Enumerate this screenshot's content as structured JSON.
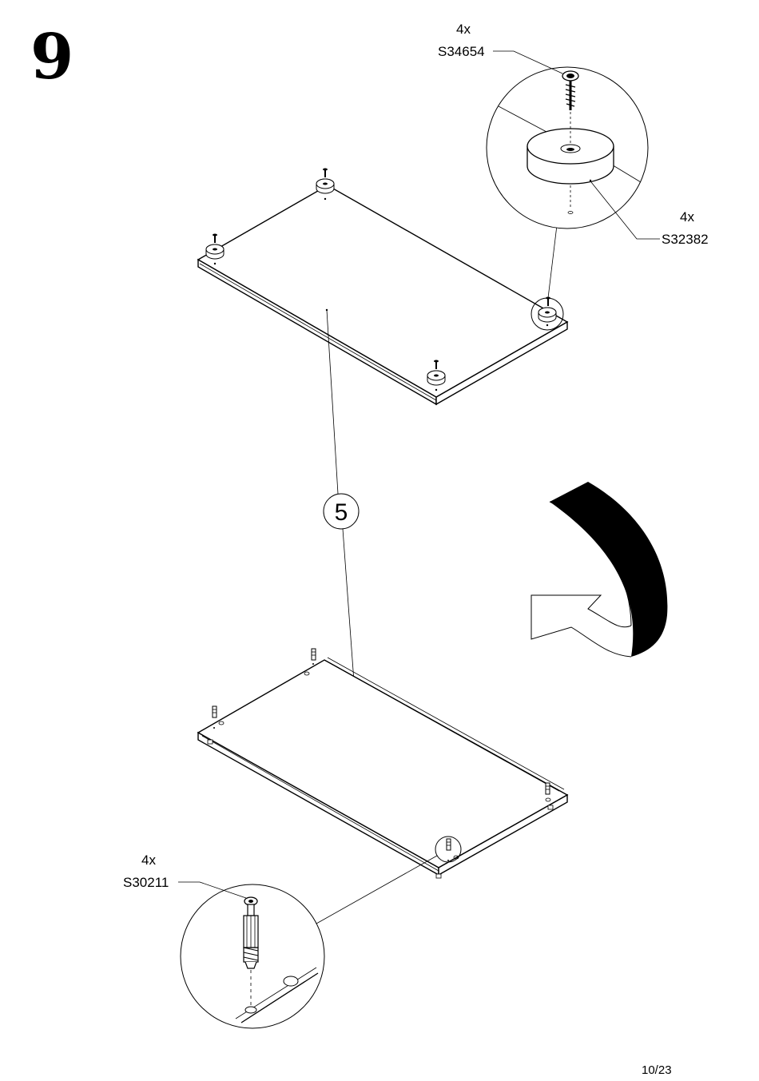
{
  "step": {
    "number": "9"
  },
  "parts": {
    "screw": {
      "qty": "4x",
      "code": "S34654"
    },
    "foot": {
      "qty": "4x",
      "code": "S32382"
    },
    "cam_bolt": {
      "qty": "4x",
      "code": "S30211"
    }
  },
  "panel_callout": {
    "number": "5"
  },
  "footer": {
    "page": "10/23"
  }
}
